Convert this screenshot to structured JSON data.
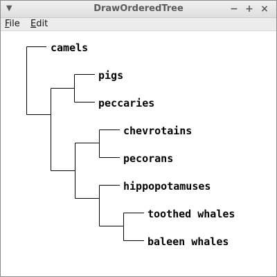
{
  "window": {
    "title": "DrawOrderedTree",
    "menu_icon": "chevron-down-icon",
    "controls": [
      "−",
      "+",
      "×"
    ]
  },
  "menubar": {
    "items": [
      {
        "mnemonic": "F",
        "rest": "ile"
      },
      {
        "mnemonic": "E",
        "rest": "dit"
      }
    ]
  },
  "tree": {
    "leaves": [
      "camels",
      "pigs",
      "peccaries",
      "chevrotains",
      "pecorans",
      "hippopotamuses",
      "toothed whales",
      "baleen whales"
    ]
  }
}
